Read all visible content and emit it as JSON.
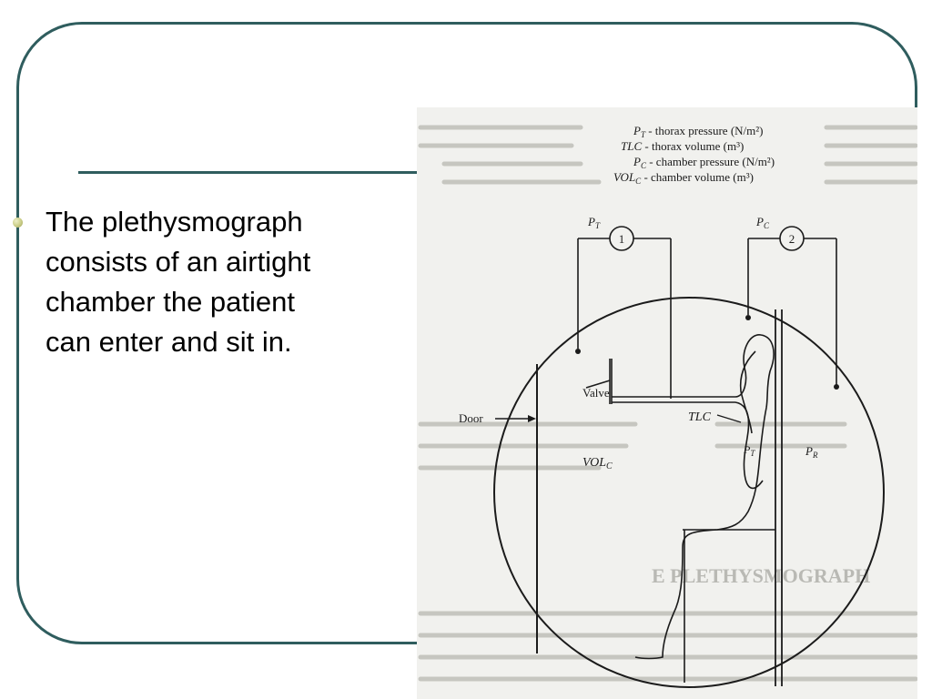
{
  "slide": {
    "bullet_text": "The plethysmograph\nconsists of an airtight\nchamber the patient\ncan enter and sit in."
  },
  "figure": {
    "legend": [
      {
        "symbol": "P",
        "sub": "T",
        "text": " - thorax pressure (N/m²)"
      },
      {
        "symbol": "TLC",
        "sub": "",
        "text": " - thorax volume (m³)"
      },
      {
        "symbol": "P",
        "sub": "C",
        "text": " - chamber pressure (N/m²)"
      },
      {
        "symbol": "VOL",
        "sub": "C",
        "text": " - chamber volume (m³)"
      }
    ],
    "gauge1": {
      "number": "1",
      "label": "P",
      "sub": "T"
    },
    "gauge2": {
      "number": "2",
      "label": "P",
      "sub": "C"
    },
    "valve_label": "Valve",
    "door_label": "Door",
    "tlc_label": "TLC",
    "volc_label": "VOL",
    "volc_sub": "C",
    "pt_label": "P",
    "pt_sub": "T",
    "pr_label": "P",
    "pr_sub": "R",
    "bleed_heading": "E PLETHYSMOGRAPH"
  },
  "colors": {
    "frame": "#2f5d5e",
    "bullet": "#c9cc86",
    "ink": "#1b1b1b",
    "scan_background": "#f1f1ee"
  }
}
